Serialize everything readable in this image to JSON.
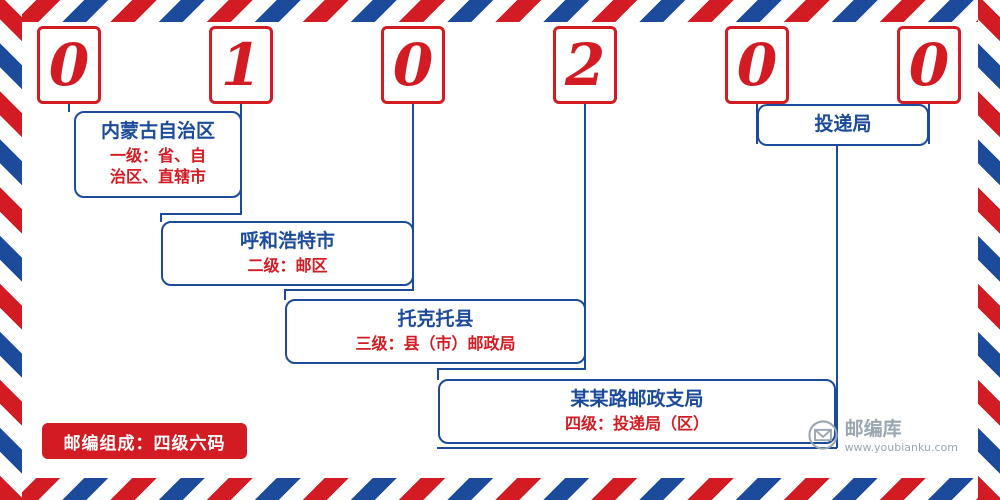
{
  "postcode": {
    "digits": [
      "0",
      "1",
      "0",
      "2",
      "0",
      "0"
    ]
  },
  "callouts": [
    {
      "title": "内蒙古自治区",
      "sub_line1": "一级：省、自",
      "sub_line2": "治区、直辖市"
    },
    {
      "title": "呼和浩特市",
      "sub": "二级：邮区"
    },
    {
      "title": "托克托县",
      "sub": "三级：县（市）邮政局"
    },
    {
      "title": "某某路邮政支局",
      "sub": "四级：投递局（区）"
    },
    {
      "title": "投递局",
      "sub": ""
    }
  ],
  "footer": {
    "tag": "邮编组成：四级六码"
  },
  "logo": {
    "name": "邮编库",
    "url": "www.youbianku.com",
    "icon": "envelope-circle-icon"
  },
  "colors": {
    "red": "#d31b23",
    "blue": "#1b4b9a",
    "watermark": "#9aa6b4"
  }
}
